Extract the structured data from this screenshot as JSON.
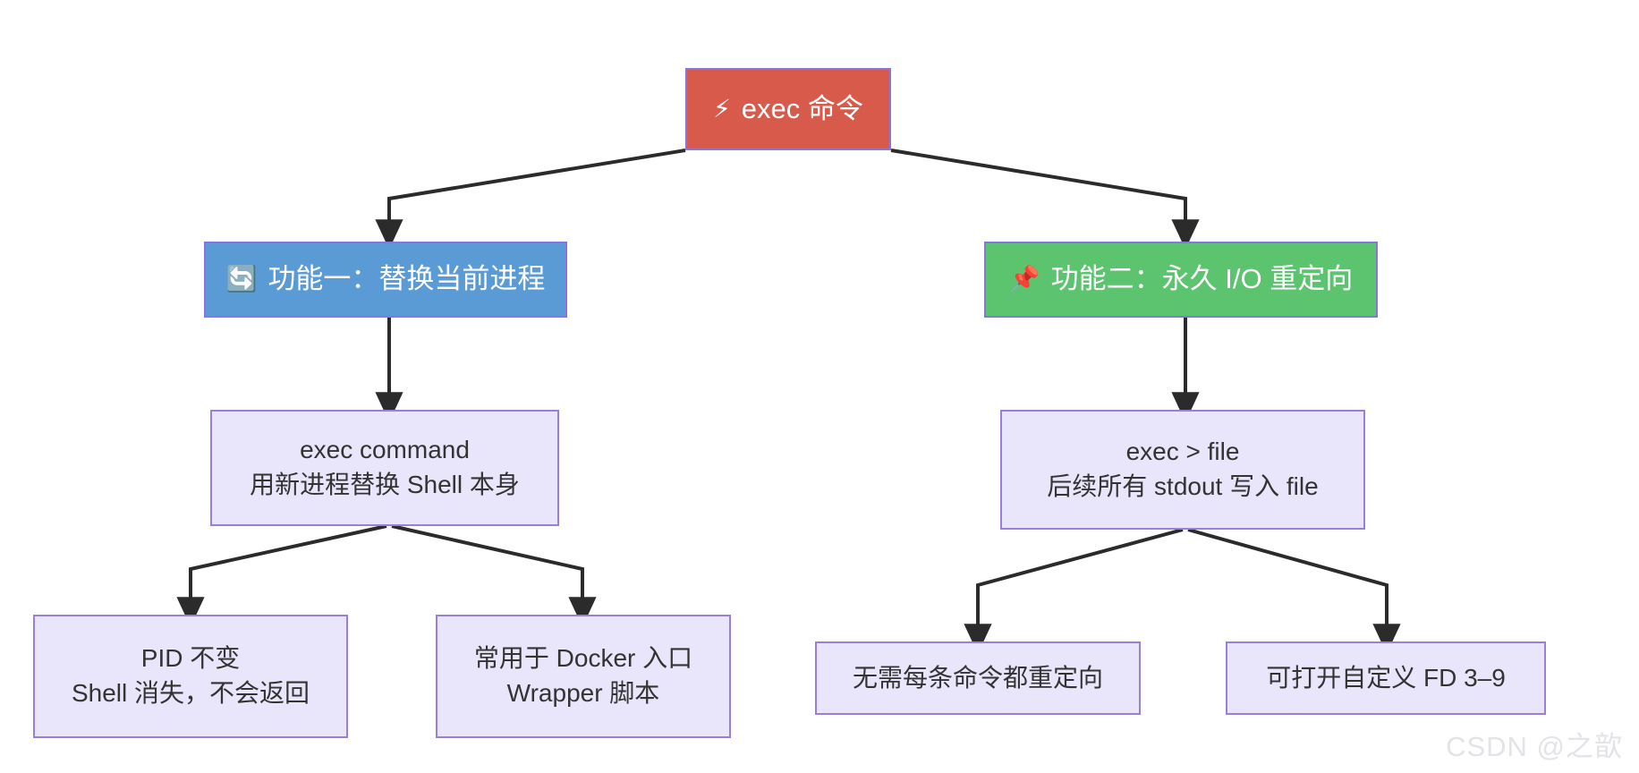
{
  "diagram": {
    "title": "exec command flowchart",
    "colors": {
      "root_bg": "#d85a4a",
      "branch_left_bg": "#5b9bd5",
      "branch_right_bg": "#5cc46e",
      "leaf_bg": "#e9e5fa",
      "leaf_border": "#9a7fd8",
      "edge": "#2b2b2b",
      "watermark": "#e3e3e8"
    },
    "nodes": {
      "root": {
        "icon": "⚡",
        "icon_name": "lightning-bolt-icon",
        "label": "exec 命令"
      },
      "branch_left": {
        "icon": "🔄",
        "icon_name": "refresh-cycle-icon",
        "label": "功能一：替换当前进程"
      },
      "branch_right": {
        "icon": "📌",
        "icon_name": "pushpin-icon",
        "label": "功能二：永久 I/O 重定向"
      },
      "detail_left": {
        "line1": "exec command",
        "line2": "用新进程替换 Shell 本身"
      },
      "detail_right": {
        "line1": "exec > file",
        "line2": "后续所有 stdout 写入 file"
      },
      "leaf_1": {
        "line1": "PID 不变",
        "line2": "Shell 消失，不会返回"
      },
      "leaf_2": {
        "line1": "常用于 Docker 入口",
        "line2": "Wrapper 脚本"
      },
      "leaf_3": {
        "line1": "无需每条命令都重定向",
        "line2": ""
      },
      "leaf_4": {
        "line1": "可打开自定义 FD 3–9",
        "line2": ""
      }
    },
    "watermark": "CSDN @之歆"
  }
}
